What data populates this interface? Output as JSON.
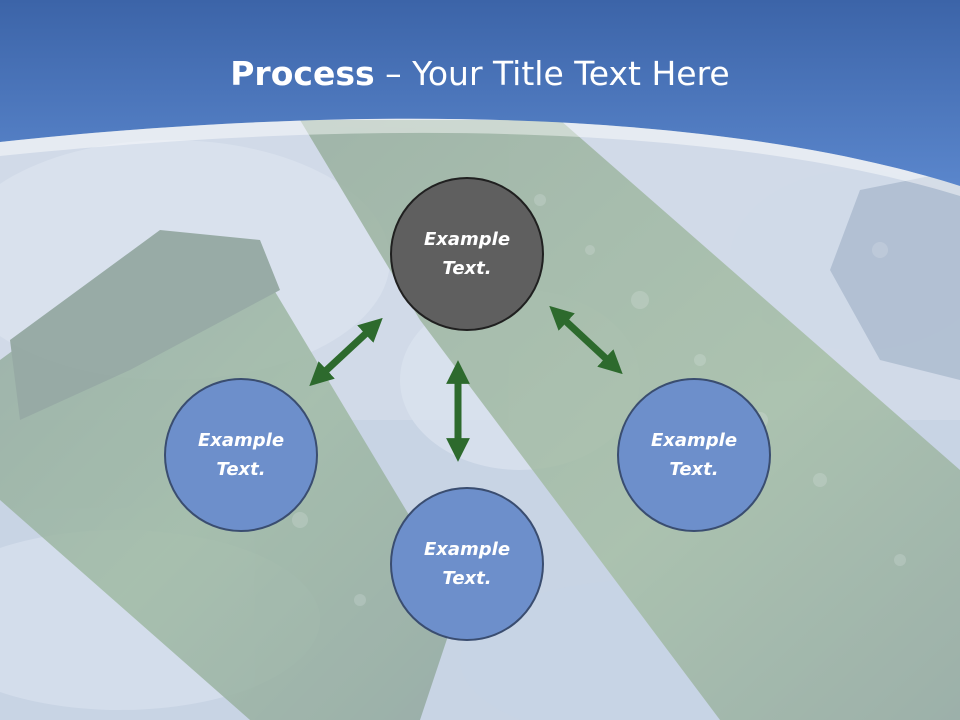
{
  "slide": {
    "title_bold": "Process",
    "title_rest": " – Your Title Text Here",
    "nodes": {
      "top": {
        "line1": "Example",
        "line2": "Text."
      },
      "left": {
        "line1": "Example",
        "line2": "Text."
      },
      "bottom": {
        "line1": "Example",
        "line2": "Text."
      },
      "right": {
        "line1": "Example",
        "line2": "Text."
      }
    }
  },
  "colors": {
    "header_blue": "#4a78c0",
    "node_blue": "#6d8fcb",
    "node_dark": "#5f5f5f",
    "arrow_green": "#2d6a2d"
  }
}
